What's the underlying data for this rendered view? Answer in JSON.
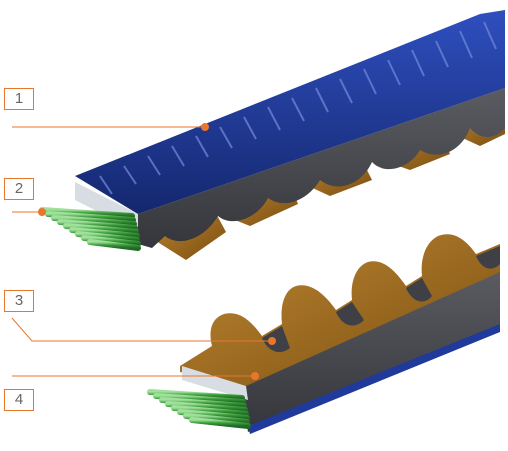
{
  "callouts": [
    {
      "label": "1"
    },
    {
      "label": "2"
    },
    {
      "label": "3"
    },
    {
      "label": "4"
    }
  ],
  "colors": {
    "belt_back_blue": "#1f3a9a",
    "belt_body_gray": "#4a4c52",
    "tooth_fabric_brown": "#9a6418",
    "tension_cord_green": "#3f9a3f",
    "callout_orange": "#e8762c",
    "label_text": "#666666"
  },
  "icons": {
    "callout_marker": "orange-dot"
  }
}
